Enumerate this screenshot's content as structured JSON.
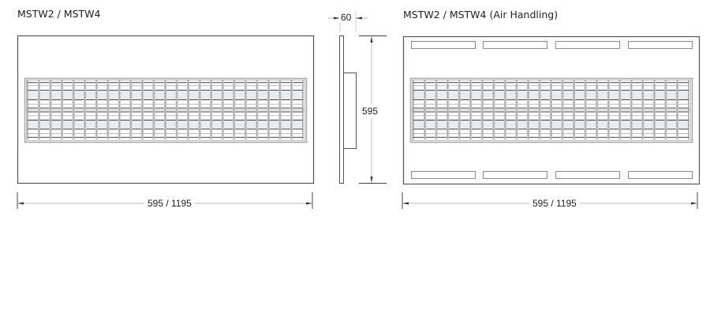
{
  "titles": {
    "standard": "MSTW2 / MSTW4",
    "air_handling": "MSTW2 / MSTW4 (Air Handling)"
  },
  "dimensions": {
    "width_standard": "595 / 1195",
    "width_air_handling": "595 / 1195",
    "depth": "60",
    "height": "595"
  },
  "louver": {
    "cell_count": 24,
    "colors": {
      "frame": "#a8a8a8",
      "blade_dark": "#555555",
      "blade_light": "#bdbdbd",
      "cell_fill": "#e8ecee",
      "cross_bar": "#c4c4c4"
    }
  },
  "vent_slots": {
    "count_per_row": 4,
    "rows": [
      "top",
      "bottom"
    ]
  },
  "colors": {
    "outline": "#555555",
    "dimension_line": "#bbbbbb",
    "arrow": "#333333",
    "text": "#222222"
  }
}
